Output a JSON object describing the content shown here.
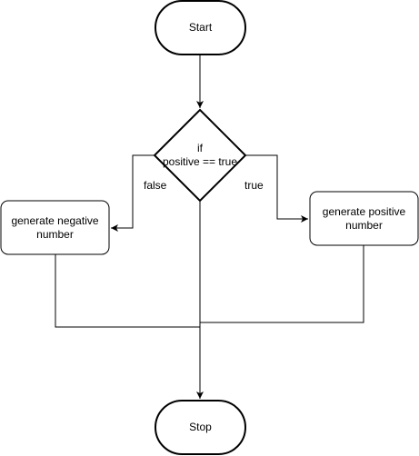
{
  "nodes": {
    "start": {
      "label": "Start"
    },
    "decision": {
      "line1": "if",
      "line2": "positive == true"
    },
    "negative": {
      "label": "generate negative number"
    },
    "positive": {
      "label": "generate positive number"
    },
    "stop": {
      "label": "Stop"
    }
  },
  "edges": {
    "false_label": "false",
    "true_label": "true"
  },
  "colors": {
    "stroke": "#000000",
    "fill": "#ffffff"
  }
}
